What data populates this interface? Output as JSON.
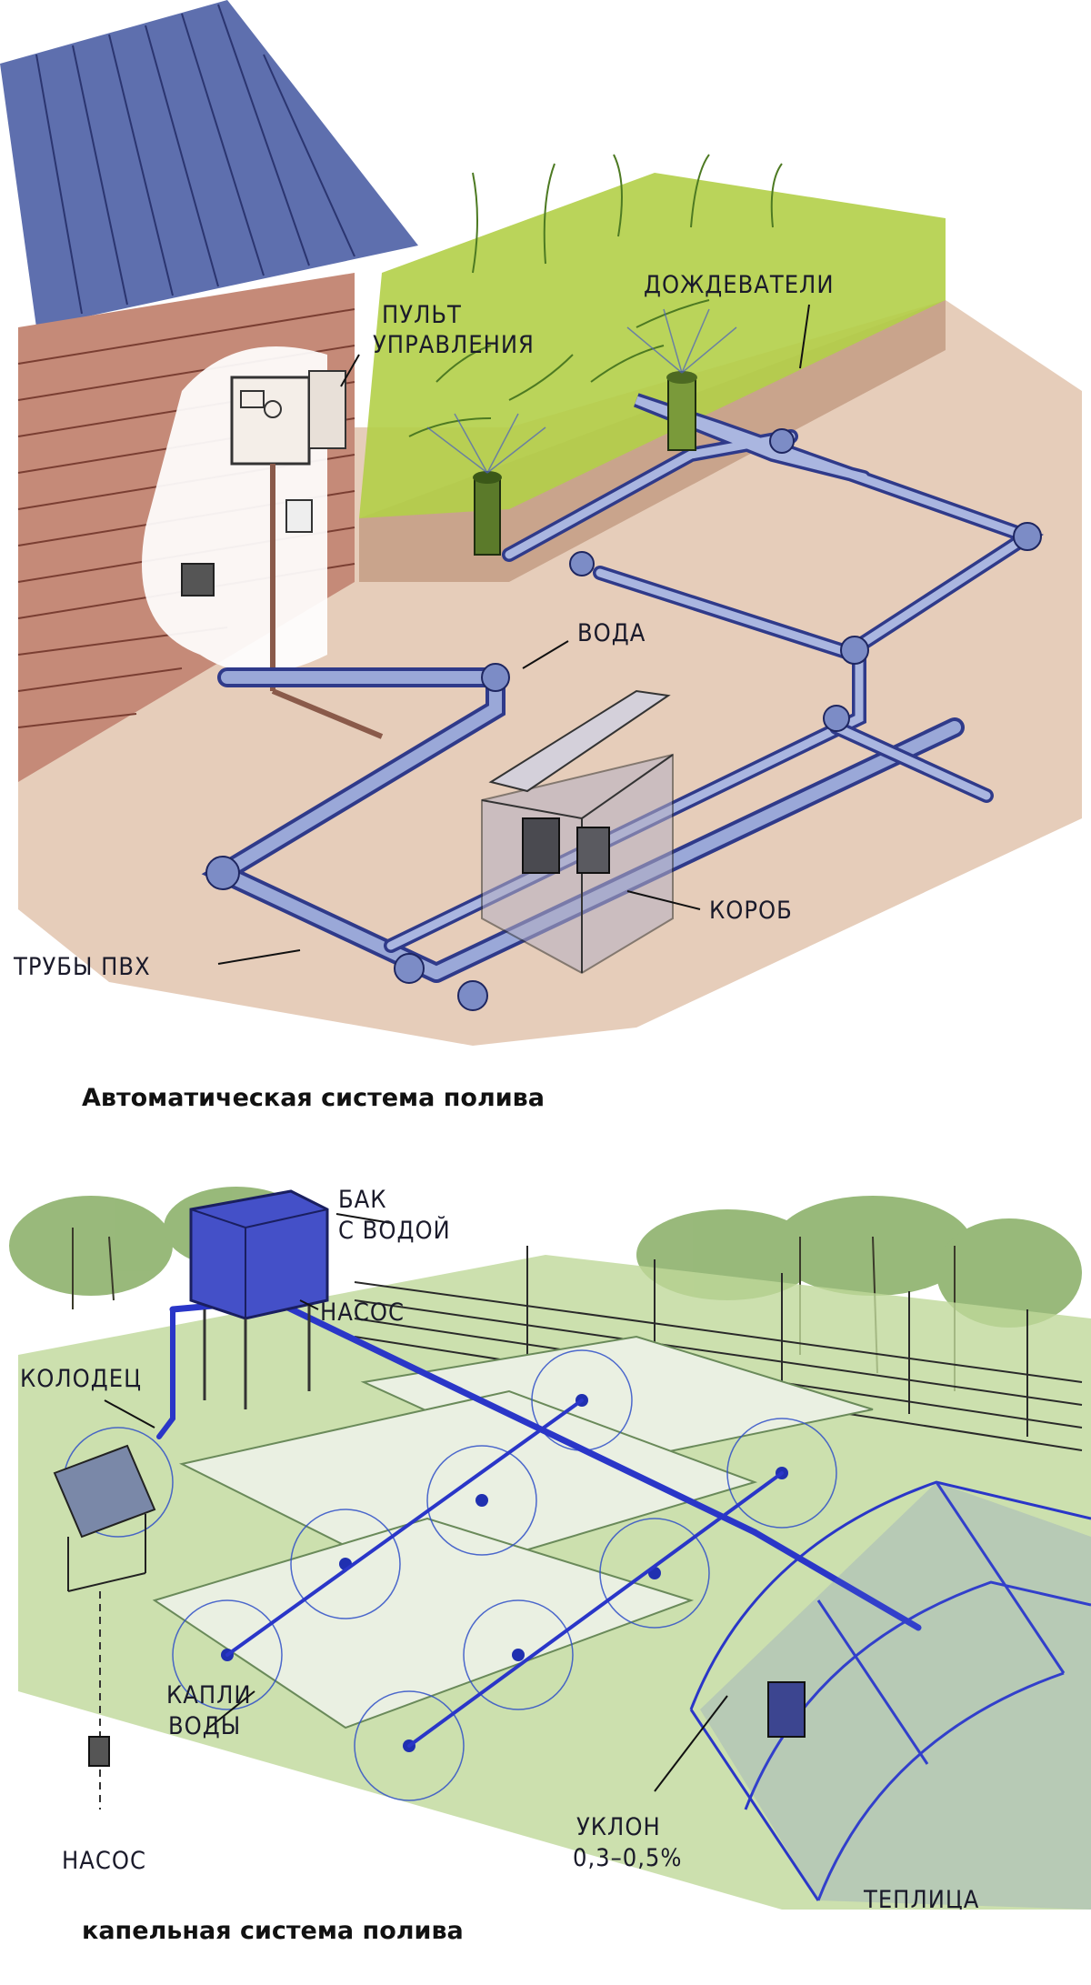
{
  "auto_system": {
    "caption": "Автоматическая система полива",
    "labels": {
      "control_panel_line1": "ПУЛЬТ",
      "control_panel_line2": "УПРАВЛЕНИЯ",
      "sprinklers": "ДОЖДЕВАТЕЛИ",
      "water": "ВОДА",
      "box": "КОРОБ",
      "pipes": "ТРУБЫ ПВХ"
    }
  },
  "drip_system": {
    "caption": "капельная система полива",
    "labels": {
      "tank_line1": "БАК",
      "tank_line2": "С ВОДОЙ",
      "pump_top": "НАСОС",
      "well": "КОЛОДЕЦ",
      "drops_line1": "КАПЛИ",
      "drops_line2": "ВОДЫ",
      "pump_bottom": "НАСОС",
      "slope_line1": "УКЛОН",
      "slope_line2": "0,3–0,5%",
      "greenhouse": "ТЕПЛИЦА"
    }
  },
  "colors": {
    "pipe_blue": "#2a36c8",
    "pipe_grey_blue": "#8a9ac8",
    "grass": "#a8c84a",
    "soil": "#d9b9a0",
    "roof": "#5a6aa8",
    "wall": "#b87a6a"
  }
}
